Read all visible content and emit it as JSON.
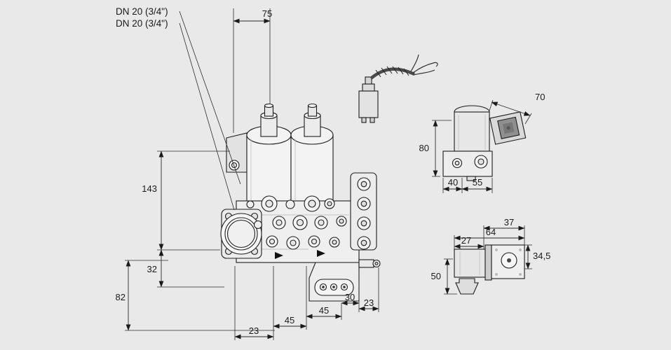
{
  "canvas": {
    "bg": "#e9e9e9",
    "line_color": "#1a1a1a"
  },
  "labels": {
    "dn_line1": "DN 20 (3/4\")",
    "dn_line2": "DN 20 (3/4\")"
  },
  "main_dims": {
    "d75": "75",
    "d143": "143",
    "d32": "32",
    "d82": "82",
    "d23_left": "23",
    "d45_a": "45",
    "d45_b": "45",
    "d30": "30",
    "d23_right": "23"
  },
  "coil_view": {
    "d70": "70",
    "d80": "80",
    "d40": "40",
    "d55": "55"
  },
  "side_view": {
    "d37": "37",
    "d27": "27",
    "d64": "64",
    "d34_5": "34,5",
    "d50": "50"
  }
}
